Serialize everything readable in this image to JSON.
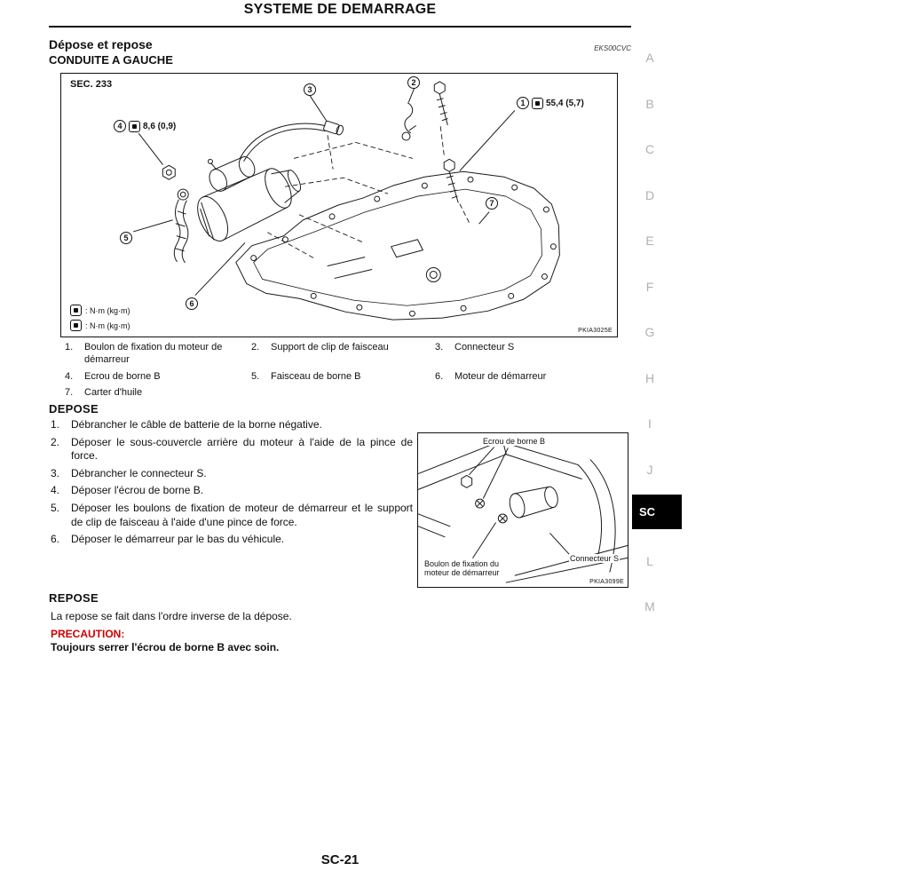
{
  "page": {
    "title": "SYSTEME DE DEMARRAGE",
    "page_number": "SC-21"
  },
  "section": {
    "title": "Dépose et repose",
    "code": "EKS00CVC",
    "subtitle": "CONDUITE A GAUCHE"
  },
  "figure_main": {
    "sec_label": "SEC. 233",
    "callouts": [
      "1",
      "2",
      "3",
      "4",
      "5",
      "6",
      "7"
    ],
    "torque_b_terminal": "55,4 (5,7)",
    "torque_small": "8,6 (0,9)",
    "legend": [
      ": N·m (kg·m)",
      ": N·m (kg·m)"
    ],
    "code": "PKIA3025E"
  },
  "parts": [
    {
      "num": "1.",
      "label": "Boulon de fixation du moteur de démarreur"
    },
    {
      "num": "2.",
      "label": "Support de clip de faisceau"
    },
    {
      "num": "3.",
      "label": "Connecteur S"
    },
    {
      "num": "4.",
      "label": "Ecrou de borne B"
    },
    {
      "num": "5.",
      "label": "Faisceau de borne B"
    },
    {
      "num": "6.",
      "label": "Moteur de démarreur"
    },
    {
      "num": "7.",
      "label": "Carter d'huile"
    }
  ],
  "depose": {
    "heading": "DEPOSE",
    "steps": [
      {
        "num": "1.",
        "text": "Débrancher le câble de batterie de la borne négative."
      },
      {
        "num": "2.",
        "text": "Déposer le sous-couvercle arrière du moteur à l'aide de la pince de force."
      },
      {
        "num": "3.",
        "text": "Débrancher le connecteur S."
      },
      {
        "num": "4.",
        "text": "Déposer l'écrou de borne B."
      },
      {
        "num": "5.",
        "text": "Déposer les boulons de fixation de moteur de démarreur et le support de clip de faisceau à l'aide d'une pince de force."
      },
      {
        "num": "6.",
        "text": "Déposer le démarreur par le bas du véhicule."
      }
    ]
  },
  "figure_inset": {
    "label_nut": "Ecrou de borne B",
    "label_connector": "Connecteur S",
    "label_bolt": "Boulon de fixation du moteur de démarreur",
    "code": "PKIA3099E"
  },
  "repose": {
    "heading": "REPOSE",
    "text": "La repose se fait dans l'ordre inverse de la dépose.",
    "precaution_label": "PRECAUTION:",
    "precaution_text": "Toujours serrer l'écrou de borne B avec soin."
  },
  "side_tabs": {
    "letters_top": [
      "A",
      "B",
      "C",
      "D",
      "E",
      "F",
      "G",
      "H",
      "I",
      "J"
    ],
    "active": "SC",
    "letters_bottom": [
      "L",
      "M"
    ]
  },
  "colors": {
    "precaution_red": "#cc0000",
    "active_tab_bg": "#000000",
    "active_tab_text": "#ffffff",
    "inactive_tab_text": "#b0b0b0"
  }
}
